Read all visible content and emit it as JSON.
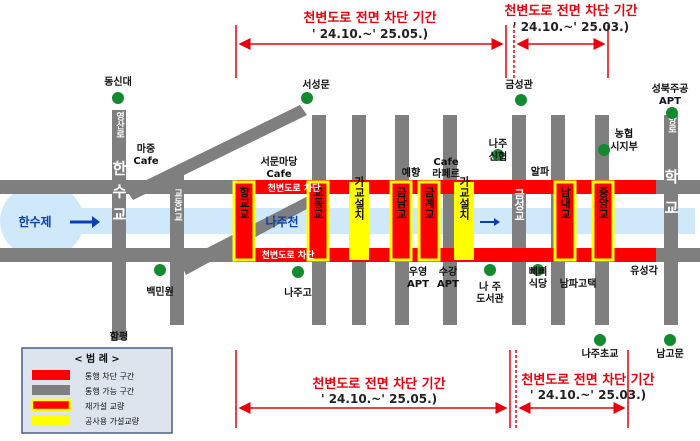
{
  "closures": [
    {
      "title": "천변도로 전면 차단 기간",
      "period": "' 24.10.~' 25.05.)"
    },
    {
      "title": "천변도로 전면 차단 기간",
      "period": "' 24.10.~' 25.03.)"
    },
    {
      "title": "천변도로 전면 차단 기간",
      "period": "' 24.10.~' 25.05.)"
    },
    {
      "title": "천변도로 전면 차단 기간",
      "period": "' 24.10.~' 25.03.)"
    }
  ],
  "river": {
    "lake": "한수제",
    "name": "나주천"
  },
  "bridges": {
    "hyang": "향교교",
    "gyodong": "교동교",
    "geumnam": "금남교",
    "geumgye": "금계교",
    "geumseong": "금성교",
    "namnae": "남내교",
    "jungang": "중앙교",
    "temp1": "가교설치",
    "temp2": "가교설치"
  },
  "road_notes": {
    "top": "천변도로 차단",
    "bottom": "천변도로 차단"
  },
  "roads": {
    "yeongsan": "영산로",
    "hansu": "한수교",
    "gyodong1": "교동1교",
    "jungang_road": "중앙로",
    "hakgyo": "학교"
  },
  "places": {
    "dongsindae": "동신대",
    "majung": "마중",
    "majung2": "Cafe",
    "seoseongmun": "서성문",
    "seomun1": "서문마당",
    "seomun2": "Cafe",
    "geumseonggwan": "금성관",
    "seongbuk1": "성북주공",
    "seongbuk2": "APT",
    "nonghyup1": "농협",
    "nonghyup2": "시지부",
    "naju_sh1": "나주",
    "naju_sh2": "신협",
    "alpa": "알파",
    "yehyang": "예향",
    "cafe_lap1": "Cafe",
    "cafe_lap2": "라페르",
    "baekmin": "백민원",
    "najugo": "나주고",
    "uyeong1": "우영",
    "uyeong2": "APT",
    "sugang1": "수강",
    "sugang2": "APT",
    "library1": "나 주",
    "library2": "도서관",
    "bibi1": "삐삐",
    "bibi2": "식당",
    "nampa": "남파고택",
    "yuseong": "유성각",
    "hampyeong": "함평",
    "najucho": "나주초교",
    "namgomun": "남고문"
  },
  "legend": {
    "title": "< 범  례 >",
    "items": [
      {
        "label": "통행 차단 구간",
        "color": "#ff0000"
      },
      {
        "label": "통행 가능 구간",
        "color": "#7f7f7f"
      },
      {
        "label": "재가설 교량",
        "color": "#ff0000",
        "border": "#ffff00"
      },
      {
        "label": "공사용 가설교량",
        "color": "#ffff00"
      }
    ]
  },
  "colors": {
    "closed": "#ff0000",
    "open": "#7f7f7f",
    "river": "#cfe9fb",
    "marker": "#138a2e",
    "title": "#e8000d"
  }
}
